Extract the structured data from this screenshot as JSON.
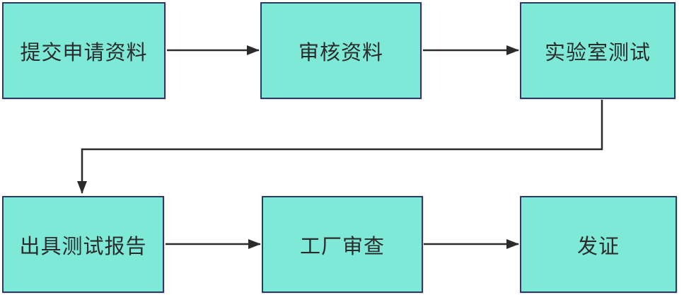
{
  "diagram": {
    "type": "flowchart",
    "description": "certification-process-flow",
    "nodes": [
      {
        "id": "submit-application",
        "label": "提交申请资料"
      },
      {
        "id": "review-materials",
        "label": "审核资料"
      },
      {
        "id": "lab-testing",
        "label": "实验室测试"
      },
      {
        "id": "issue-test-report",
        "label": "出具测试报告"
      },
      {
        "id": "factory-audit",
        "label": "工厂审查"
      },
      {
        "id": "issue-certificate",
        "label": "发证"
      }
    ],
    "edges": [
      {
        "from": "submit-application",
        "to": "review-materials"
      },
      {
        "from": "review-materials",
        "to": "lab-testing"
      },
      {
        "from": "lab-testing",
        "to": "issue-test-report"
      },
      {
        "from": "issue-test-report",
        "to": "factory-audit"
      },
      {
        "from": "factory-audit",
        "to": "issue-certificate"
      }
    ],
    "colors": {
      "node_fill": "#7FE9D8",
      "node_border": "#2E3A66",
      "text": "#2B2B2B",
      "arrow": "#2B2B2B",
      "background": "#FFFFFF"
    }
  }
}
